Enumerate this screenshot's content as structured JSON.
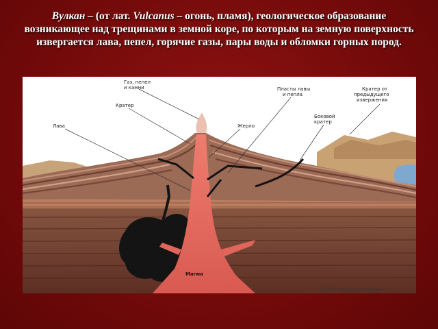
{
  "slide": {
    "term": "Вулкан",
    "part1": " – (от лат. ",
    "latin": "Vulcanus",
    "part2": " – огонь, пламя), геологическое образование возникающее над трещинами в земной коре, по которым на земную поверхность извергается лава, пепел, горячие газы, пары воды и обломки горных пород."
  },
  "diagram": {
    "labels": {
      "gas_line1": "Газ, пепел",
      "gas_line2": "и камни",
      "crater": "Кратер",
      "lava": "Лава",
      "vent": "Жерло",
      "layers_line1": "Пласты лавы",
      "layers_line2": "и пепла",
      "side_crater_line1": "Боковой",
      "side_crater_line2": "кратер",
      "old_crater_line1": "Кратер от",
      "old_crater_line2": "предыдущего",
      "old_crater_line3": "извержения",
      "magma": "Магма"
    },
    "copyright": "© ООО «Кирилл и Мефодий»",
    "colors": {
      "slide_bg": "#7a0d0d",
      "lava": "#e0655a",
      "magma_chamber": "#141414",
      "strata_dark": "#5a3a30",
      "strata_light": "#b8866a",
      "sky": "#ffffff"
    }
  }
}
